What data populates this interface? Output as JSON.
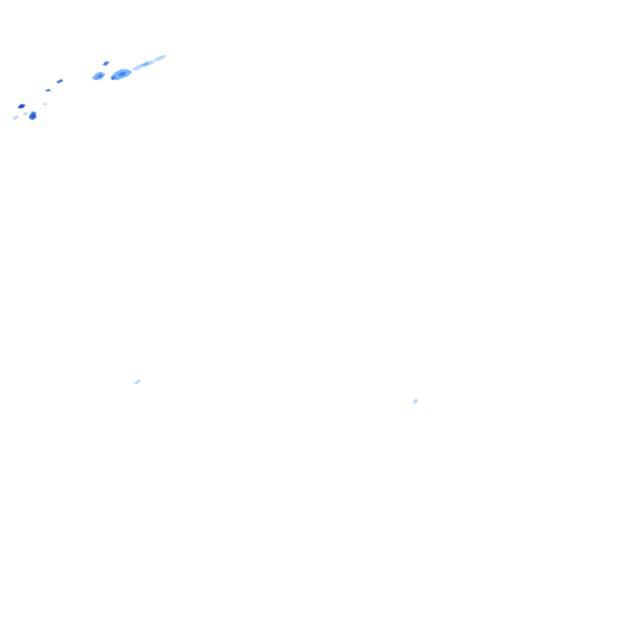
{
  "palette": {
    "background": "#ffffff",
    "light_rain": "#b4d7ff",
    "light_moderate_rain": "#78b4ff",
    "moderate_rain": "#4682f0",
    "heavier_rain": "#1e50dc"
  },
  "precipitation_echoes": [
    {
      "name": "echo-far-west",
      "intensity": "light_rain"
    },
    {
      "name": "echo-west-core",
      "intensity": "moderate_rain"
    },
    {
      "name": "echo-west-heavy",
      "intensity": "heavier_rain"
    },
    {
      "name": "echo-northwest-strip",
      "intensity": "moderate_rain"
    },
    {
      "name": "echo-band-small",
      "intensity": "moderate_rain"
    },
    {
      "name": "echo-band-main",
      "intensity": "light_moderate_rain"
    },
    {
      "name": "echo-band-east",
      "intensity": "light_rain"
    },
    {
      "name": "echo-isolated-southwest",
      "intensity": "light_rain"
    },
    {
      "name": "echo-isolated-southeast",
      "intensity": "light_rain"
    }
  ]
}
